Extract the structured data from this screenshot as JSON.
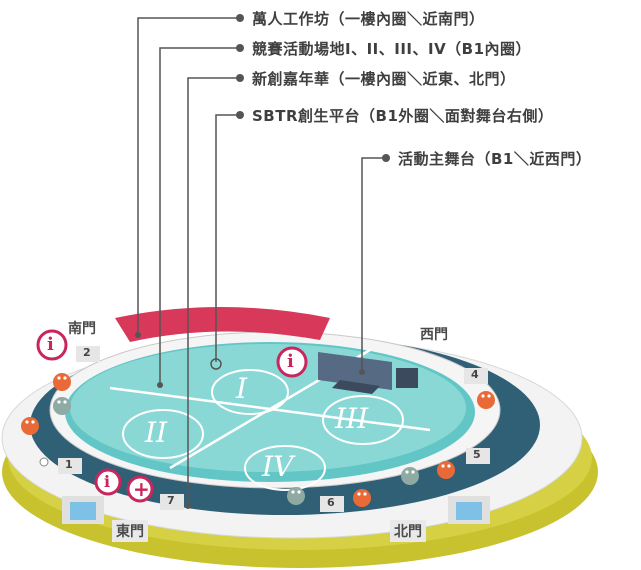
{
  "callouts": [
    "萬人工作坊（一樓內圈＼近南門）",
    "競賽活動場地I、II、III、IV（B1內圈）",
    "新創嘉年華（一樓內圈＼近東、北門）",
    "SBTR創生平台（B1外圈＼面對舞台右側）",
    "活動主舞台（B1＼近西門）"
  ],
  "gates": {
    "south": "南門",
    "west": "西門",
    "east": "東門",
    "north": "北門"
  },
  "zones": [
    "I",
    "II",
    "III",
    "IV"
  ],
  "markers": [
    "1",
    "2",
    "4",
    "5",
    "6",
    "7"
  ],
  "icons": {
    "info": "i",
    "first_aid": "+"
  },
  "colors": {
    "floor": "#8ad8d6",
    "floor_edge": "#63c6c6",
    "outer_ring": "#2f6076",
    "base": "#c8c22e",
    "accent_red": "#d8385a",
    "restroom": "#e96a37",
    "nursing": "#8eaaa2",
    "info": "#c8275d"
  }
}
